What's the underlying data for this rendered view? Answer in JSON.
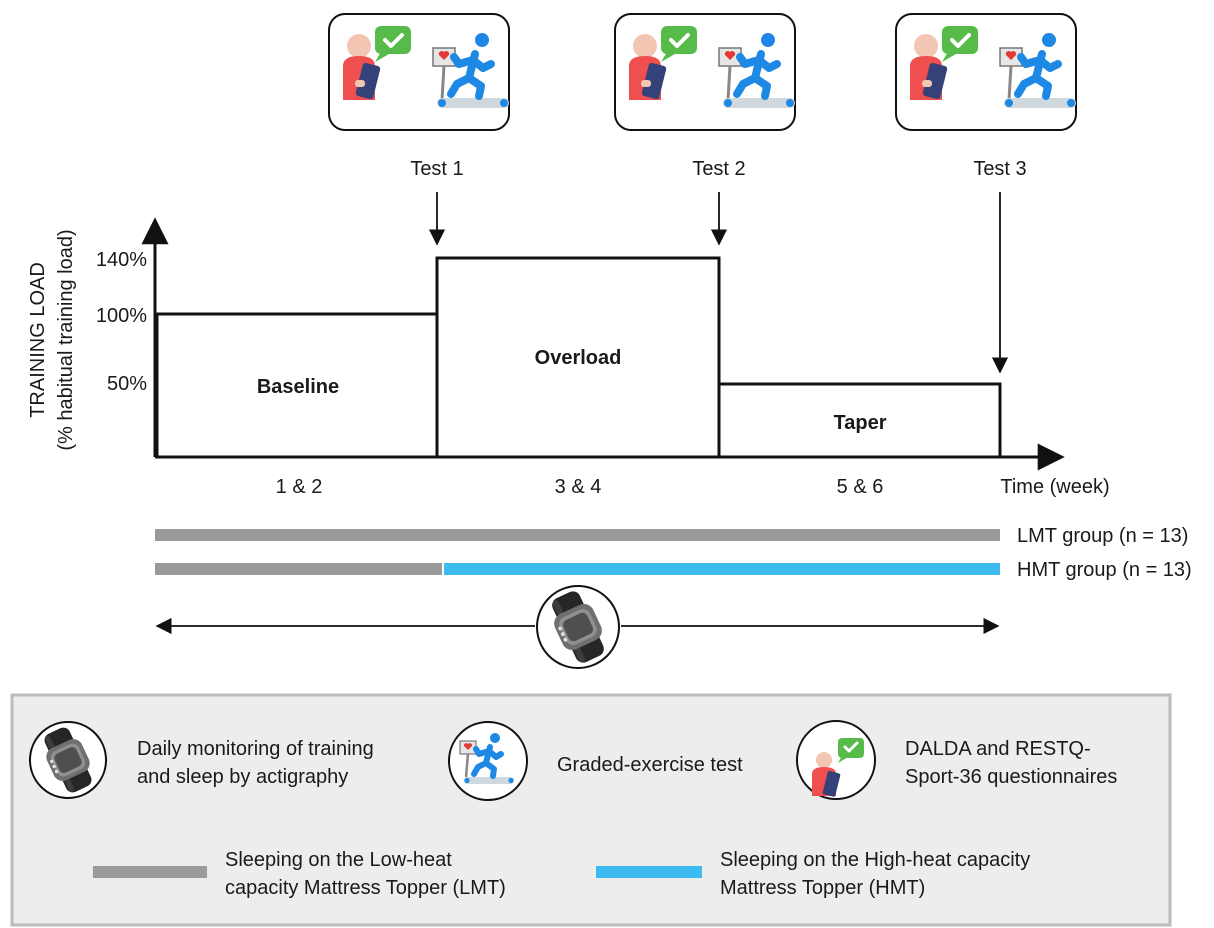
{
  "tests": [
    {
      "label": "Test 1"
    },
    {
      "label": "Test 2"
    },
    {
      "label": "Test 3"
    }
  ],
  "y_axis": {
    "title_line1": "TRAINING LOAD",
    "title_line2": "(% habitual training load)",
    "ticks": [
      "140%",
      "100%",
      "50%"
    ]
  },
  "x_axis": {
    "title": "Time (week)",
    "ticks": [
      "1 & 2",
      "3 & 4",
      "5 & 6"
    ]
  },
  "phases": [
    {
      "label": "Baseline",
      "load_percent": 100
    },
    {
      "label": "Overload",
      "load_percent": 140
    },
    {
      "label": "Taper",
      "load_percent": 50
    }
  ],
  "groups": [
    {
      "label": "LMT group (n = 13)"
    },
    {
      "label": "HMT group (n = 13)"
    }
  ],
  "colors": {
    "lmt": "#9a9a9a",
    "hmt": "#3dbbee",
    "legend_bg": "#ededed",
    "legend_border": "#bcbcbc"
  },
  "legend": {
    "actigraphy": {
      "line1": "Daily monitoring of training",
      "line2": "and sleep by actigraphy"
    },
    "exercise_test": {
      "line1": "Graded-exercise test"
    },
    "questionnaires": {
      "line1": "DALDA and RESTQ-",
      "line2": "Sport-36 questionnaires"
    },
    "lmt": {
      "line1": "Sleeping on the Low-heat",
      "line2": "capacity Mattress Topper (LMT)"
    },
    "hmt": {
      "line1": "Sleeping on the High-heat capacity",
      "line2": "Mattress Topper (HMT)"
    }
  }
}
